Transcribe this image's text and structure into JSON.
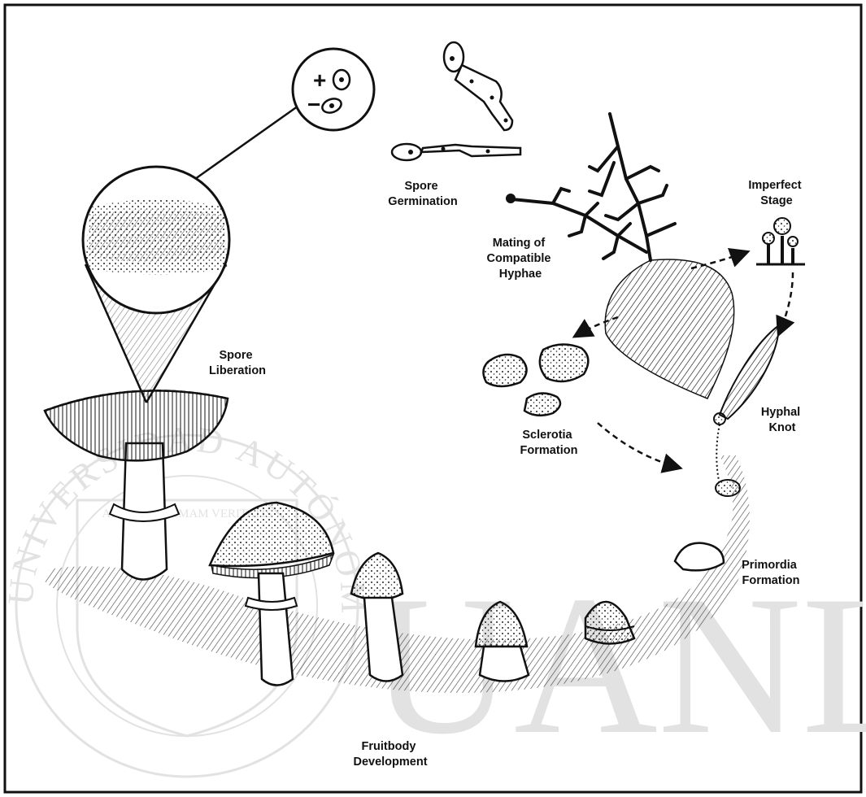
{
  "labels": {
    "spore_germination": [
      "Spore",
      "Germination"
    ],
    "mating": [
      "Mating of",
      "Compatible",
      "Hyphae"
    ],
    "imperfect_stage": [
      "Imperfect",
      "Stage"
    ],
    "spore_liberation": [
      "Spore",
      "Liberation"
    ],
    "sclerotia_formation": [
      "Sclerotia",
      "Formation"
    ],
    "hyphal_knot": [
      "Hyphal",
      "Knot"
    ],
    "primordia_formation": [
      "Primordia",
      "Formation"
    ],
    "fruitbody_development": [
      "Fruitbody",
      "Development"
    ]
  },
  "spore_signs": {
    "plus": "+",
    "minus": "−"
  },
  "watermark": {
    "big_text": "UANL",
    "seal_text": "ALERE FLAMMAM VERITATIS",
    "ring_text": "UNIVERSIDAD AUTÓNOMA DE NUEVO LEÓN"
  },
  "colors": {
    "ink": "#111111",
    "watermark": "#e2e2e2",
    "background": "#ffffff"
  }
}
